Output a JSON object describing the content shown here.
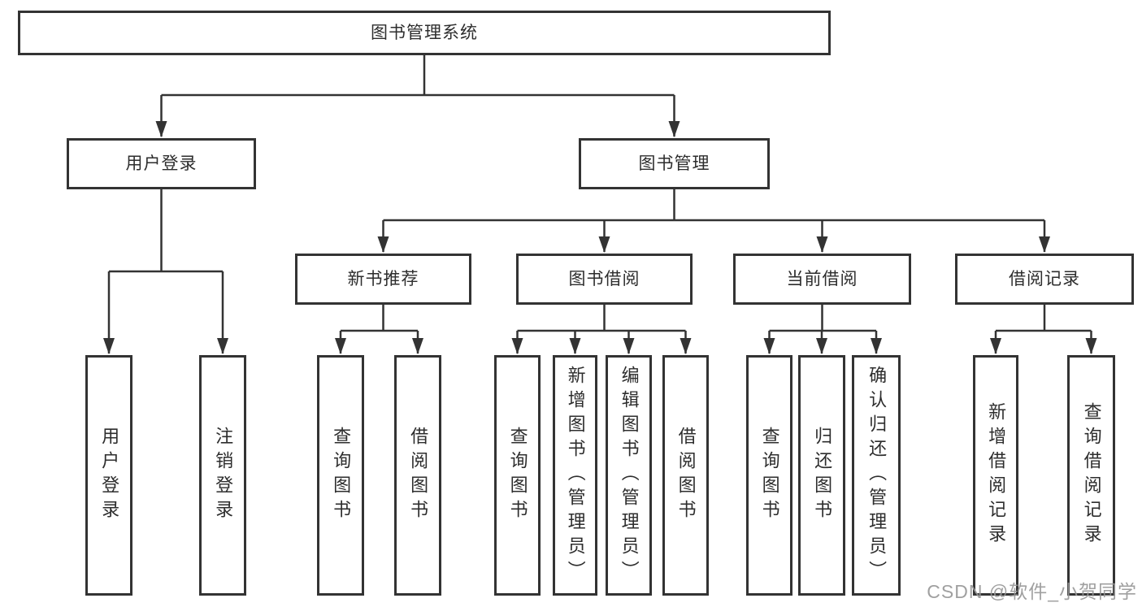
{
  "appearance": {
    "background": "#ffffff",
    "line_color": "#333333",
    "box_fill": "#ffffff",
    "text_color": "#2d2d2d",
    "watermark_color": "#969696"
  },
  "watermark": {
    "text": "CSDN @软件_小贺同学"
  },
  "tree": {
    "label": "图书管理系统",
    "children": [
      {
        "label": "用户登录",
        "children": [
          {
            "label": "用户登录"
          },
          {
            "label": "注销登录"
          }
        ]
      },
      {
        "label": "图书管理",
        "children": [
          {
            "label": "新书推荐",
            "children": [
              {
                "label": "查询图书"
              },
              {
                "label": "借阅图书"
              }
            ]
          },
          {
            "label": "图书借阅",
            "children": [
              {
                "label": "查询图书"
              },
              {
                "label": "新增图书（管理员）"
              },
              {
                "label": "编辑图书（管理员）"
              },
              {
                "label": "借阅图书"
              }
            ]
          },
          {
            "label": "当前借阅",
            "children": [
              {
                "label": "查询图书"
              },
              {
                "label": "归还图书"
              },
              {
                "label": "确认归还（管理员）"
              }
            ]
          },
          {
            "label": "借阅记录",
            "children": [
              {
                "label": "新增借阅记录"
              },
              {
                "label": "查询借阅记录"
              }
            ]
          }
        ]
      }
    ]
  }
}
